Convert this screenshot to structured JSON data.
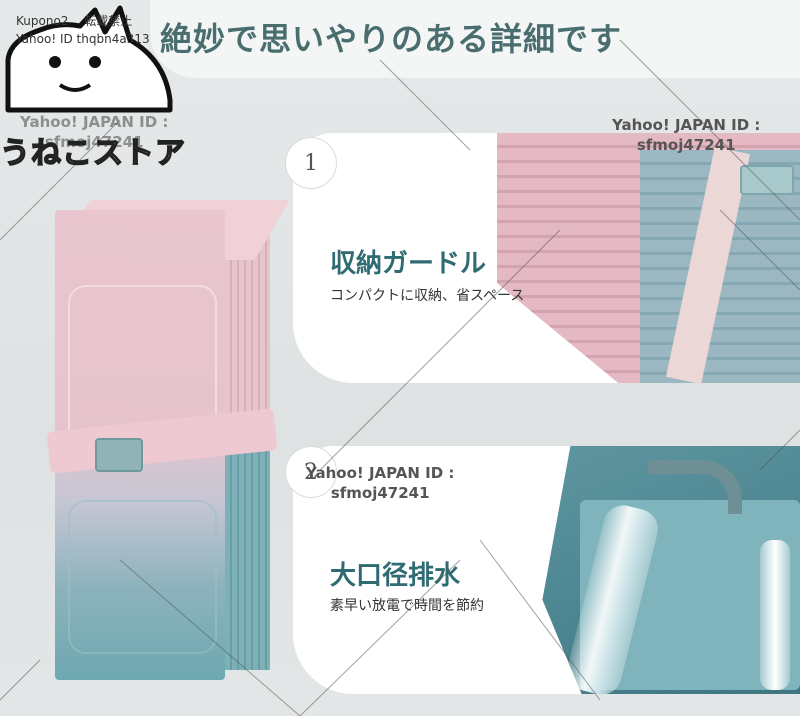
{
  "headline": "絶妙で思いやりのある詳細です",
  "watermarks": {
    "top_line1": "Kupono2 　転載禁止",
    "top_line2": "Yahoo! ID thqbn4a313",
    "left_id": "Yahoo! JAPAN ID :\nsfmoj47241",
    "right_id": "Yahoo! JAPAN ID :\nsfmoj47241",
    "mid_id": "Yahoo! JAPAN ID :\nsfmoj47241"
  },
  "store_name": "うねこストア",
  "features": [
    {
      "number": "1",
      "title": "収納ガードル",
      "desc": "コンパクトに収納、省スペース"
    },
    {
      "number": "2",
      "title": "大口径排水",
      "desc": "素早い放電で時間を節約"
    }
  ],
  "colors": {
    "accent": "#2f6b72",
    "headline": "#4a6e6f",
    "pink": "#e9c6cf",
    "teal": "#6ea8b0"
  }
}
